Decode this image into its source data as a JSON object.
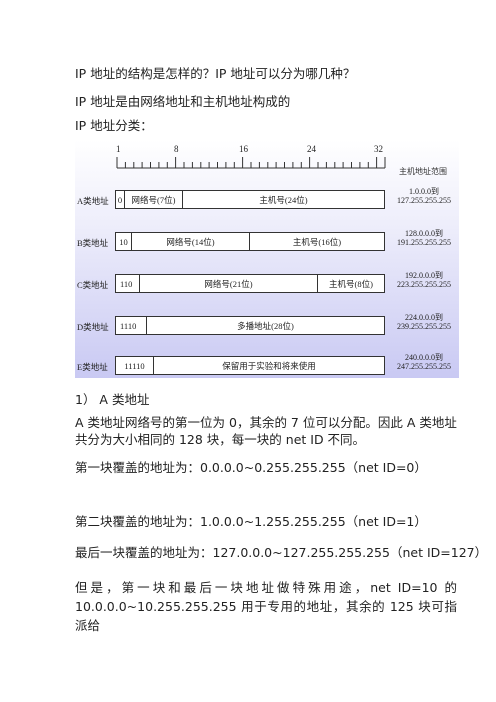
{
  "text": {
    "q_title": "IP 地址的结构是怎样的？IP 地址可以分为哪几种？",
    "p1": "IP 地址是由网络地址和主机地址构成的",
    "p2": "IP  地址分类：",
    "section1": "1）    A 类地址",
    "p3": "A 类地址网络号的第一位为 0，其余的 7 位可以分配。因此 A 类地址共分为大小相同的 128 块，每一块的 net ID 不同。",
    "p4": "第一块覆盖的地址为：0.0.0.0~0.255.255.255（net ID=0）",
    "p5": "第二块覆盖的地址为：1.0.0.0~1.255.255.255（net ID=1）",
    "p6": "最后一块覆盖的地址为：127.0.0.0~127.255.255.255（net ID=127）",
    "p7": "但是，第一块和最后一块地址做特殊用途，net  ID=10  的 10.0.0.0~10.255.255.255 用于专用的地址，其余的 125 块可指派给"
  },
  "figure": {
    "ruler_ticks": [
      "1",
      "8",
      "16",
      "24",
      "32"
    ],
    "range_header": "主机地址范围",
    "rows": [
      {
        "label": "A类地址",
        "cells": [
          "0",
          "网络号(7位)",
          "主机号(24位)"
        ],
        "range": [
          "1.0.0.0到",
          "127.255.255.255"
        ]
      },
      {
        "label": "B类地址",
        "cells": [
          "10",
          "网络号(14位)",
          "主机号(16位)"
        ],
        "range": [
          "128.0.0.0到",
          "191.255.255.255"
        ]
      },
      {
        "label": "C类地址",
        "cells": [
          "110",
          "网络号(21位)",
          "主机号(8位)"
        ],
        "range": [
          "192.0.0.0到",
          "223.255.255.255"
        ]
      },
      {
        "label": "D类地址",
        "cells": [
          "1110",
          "多播地址(28位)"
        ],
        "range": [
          "224.0.0.0到",
          "239.255.255.255"
        ]
      },
      {
        "label": "E类地址",
        "cells": [
          "11110",
          "保留用于实验和将来使用"
        ],
        "range": [
          "240.0.0.0到",
          "247.255.255.255"
        ]
      }
    ]
  }
}
